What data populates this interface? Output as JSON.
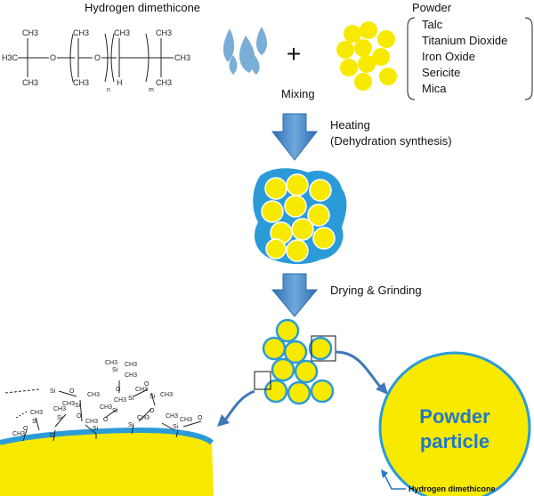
{
  "labels": {
    "hydrogen_dimethicone": "Hydrogen dimethicone",
    "powder": "Powder",
    "mixing": "Mixing",
    "heating": "Heating",
    "heating_detail": "(Dehydration synthesis)",
    "drying": "Drying & Grinding",
    "plus": "+",
    "particle_line1": "Powder",
    "particle_line2": "particle",
    "coating_label": "Hydrogen dimethicone"
  },
  "powder_list": [
    "Talc",
    "Titanium Dioxide",
    "Iron Oxide",
    "Sericite",
    "Mica"
  ],
  "formula": {
    "h3c": "H3C",
    "o": "O",
    "si_sub_h": "H",
    "n": "n",
    "m": "m"
  },
  "surface_chem": {
    "si": "Si",
    "o": "O",
    "ch3": "CH3"
  },
  "colors": {
    "particle_yellow": "#f7ea00",
    "coat_blue": "#2b9bd8",
    "arrow_blue": "#3d86c6",
    "drop_blue": "#7aaed6",
    "particle_text": "#2479c4"
  },
  "icons": [
    "water-drops-icon",
    "down-arrow-icon",
    "curved-arrow-icon"
  ]
}
